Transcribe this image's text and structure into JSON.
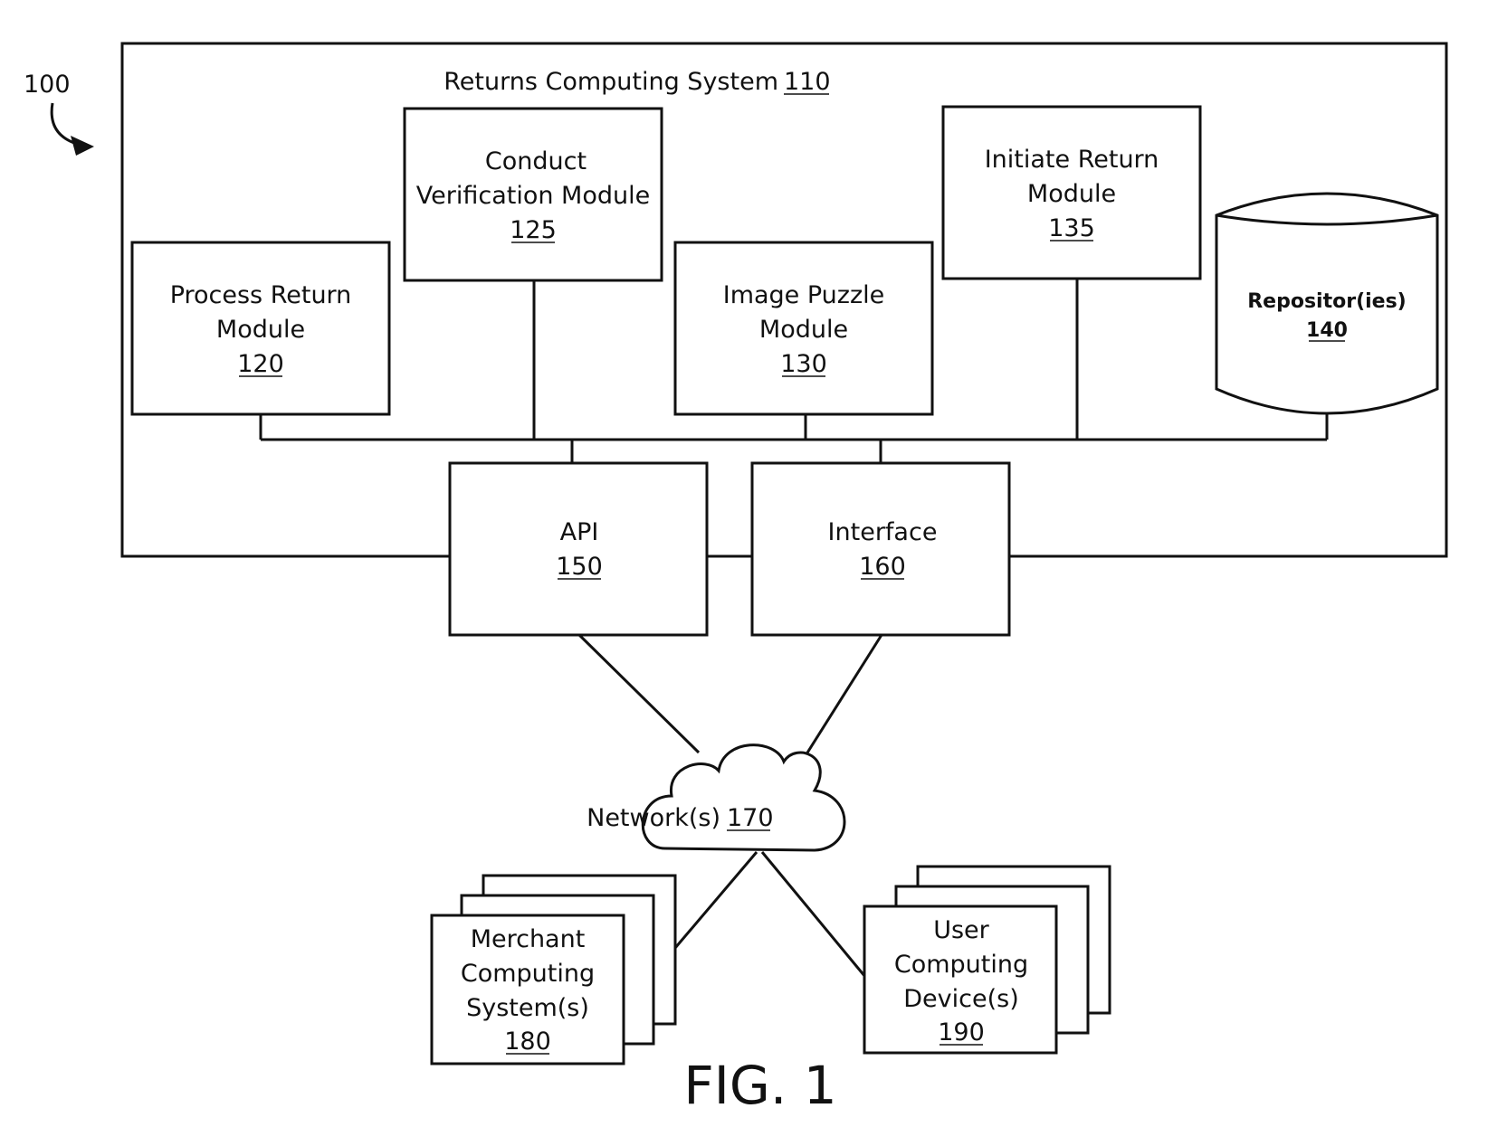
{
  "figure": {
    "reference_number": "100",
    "caption": "FIG. 1"
  },
  "system": {
    "title": "Returns Computing System",
    "ref": "110"
  },
  "modules": {
    "process_return": {
      "lines": [
        "Process Return",
        "Module"
      ],
      "ref": "120"
    },
    "conduct_verification": {
      "lines": [
        "Conduct",
        "Verification Module"
      ],
      "ref": "125"
    },
    "image_puzzle": {
      "lines": [
        "Image Puzzle",
        "Module"
      ],
      "ref": "130"
    },
    "initiate_return": {
      "lines": [
        "Initiate Return",
        "Module"
      ],
      "ref": "135"
    }
  },
  "repository": {
    "label": "Repositor(ies)",
    "ref": "140"
  },
  "api": {
    "label": "API",
    "ref": "150"
  },
  "interface": {
    "label": "Interface",
    "ref": "160"
  },
  "network": {
    "label": "Network(s)",
    "ref": "170"
  },
  "merchant": {
    "lines": [
      "Merchant",
      "Computing",
      "System(s)"
    ],
    "ref": "180"
  },
  "user_device": {
    "lines": [
      "User",
      "Computing",
      "Device(s)"
    ],
    "ref": "190"
  }
}
